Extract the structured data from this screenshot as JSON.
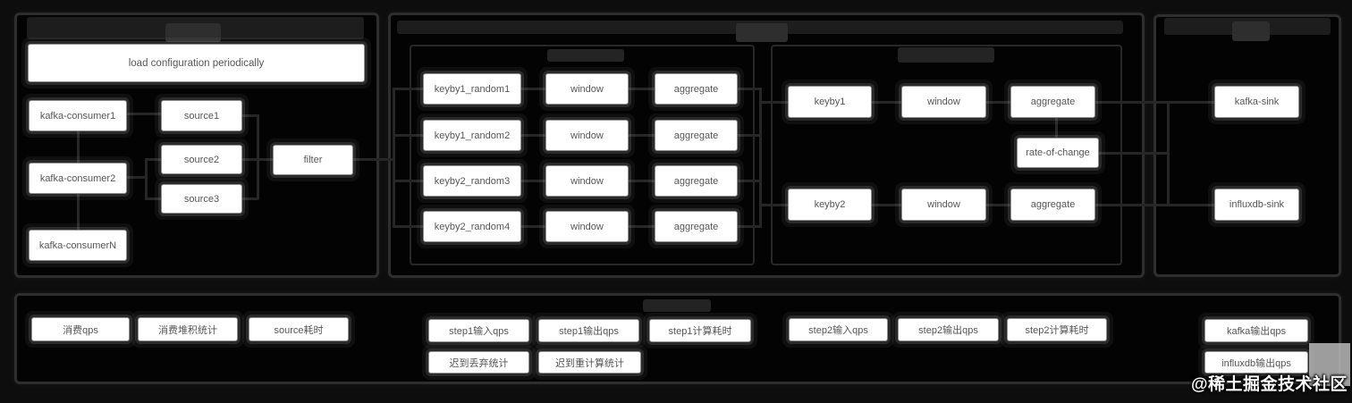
{
  "left": {
    "load_config": "load configuration periodically",
    "consumers": [
      "kafka-consumer1",
      "kafka-consumer2",
      "kafka-consumerN"
    ],
    "sources": [
      "source1",
      "source2",
      "source3"
    ],
    "filter": "filter"
  },
  "step1": {
    "rows": [
      {
        "key": "keyby1_random1",
        "window": "window",
        "aggregate": "aggregate"
      },
      {
        "key": "keyby1_random2",
        "window": "window",
        "aggregate": "aggregate"
      },
      {
        "key": "keyby2_random3",
        "window": "window",
        "aggregate": "aggregate"
      },
      {
        "key": "keyby2_random4",
        "window": "window",
        "aggregate": "aggregate"
      }
    ]
  },
  "step2": {
    "rows": [
      {
        "key": "keyby1",
        "window": "window",
        "aggregate": "aggregate"
      },
      {
        "key": "keyby2",
        "window": "window",
        "aggregate": "aggregate"
      }
    ],
    "rate_of_change": "rate-of-change"
  },
  "sinks": {
    "kafka": "kafka-sink",
    "influxdb": "influxdb-sink"
  },
  "metrics": {
    "consumer": [
      "消费qps",
      "消费堆积统计",
      "source耗时"
    ],
    "step1_row1": [
      "step1输入qps",
      "step1输出qps",
      "step1计算耗时"
    ],
    "step1_row2": [
      "迟到丢弃统计",
      "迟到重计算统计"
    ],
    "step2": [
      "step2输入qps",
      "step2输出qps",
      "step2计算耗时"
    ],
    "sink": [
      "kafka输出qps",
      "influxdb输出qps"
    ]
  },
  "watermark": {
    "text": "@稀土掘金技术社区"
  },
  "colors": {
    "background": "#0d0d0d",
    "panel_border": "#2e2e2e",
    "node_bg": "#ffffff",
    "node_border": "#8f8f8f",
    "node_text": "#565656",
    "connector": "#262626",
    "watermark_text": "#f7f7f7"
  }
}
